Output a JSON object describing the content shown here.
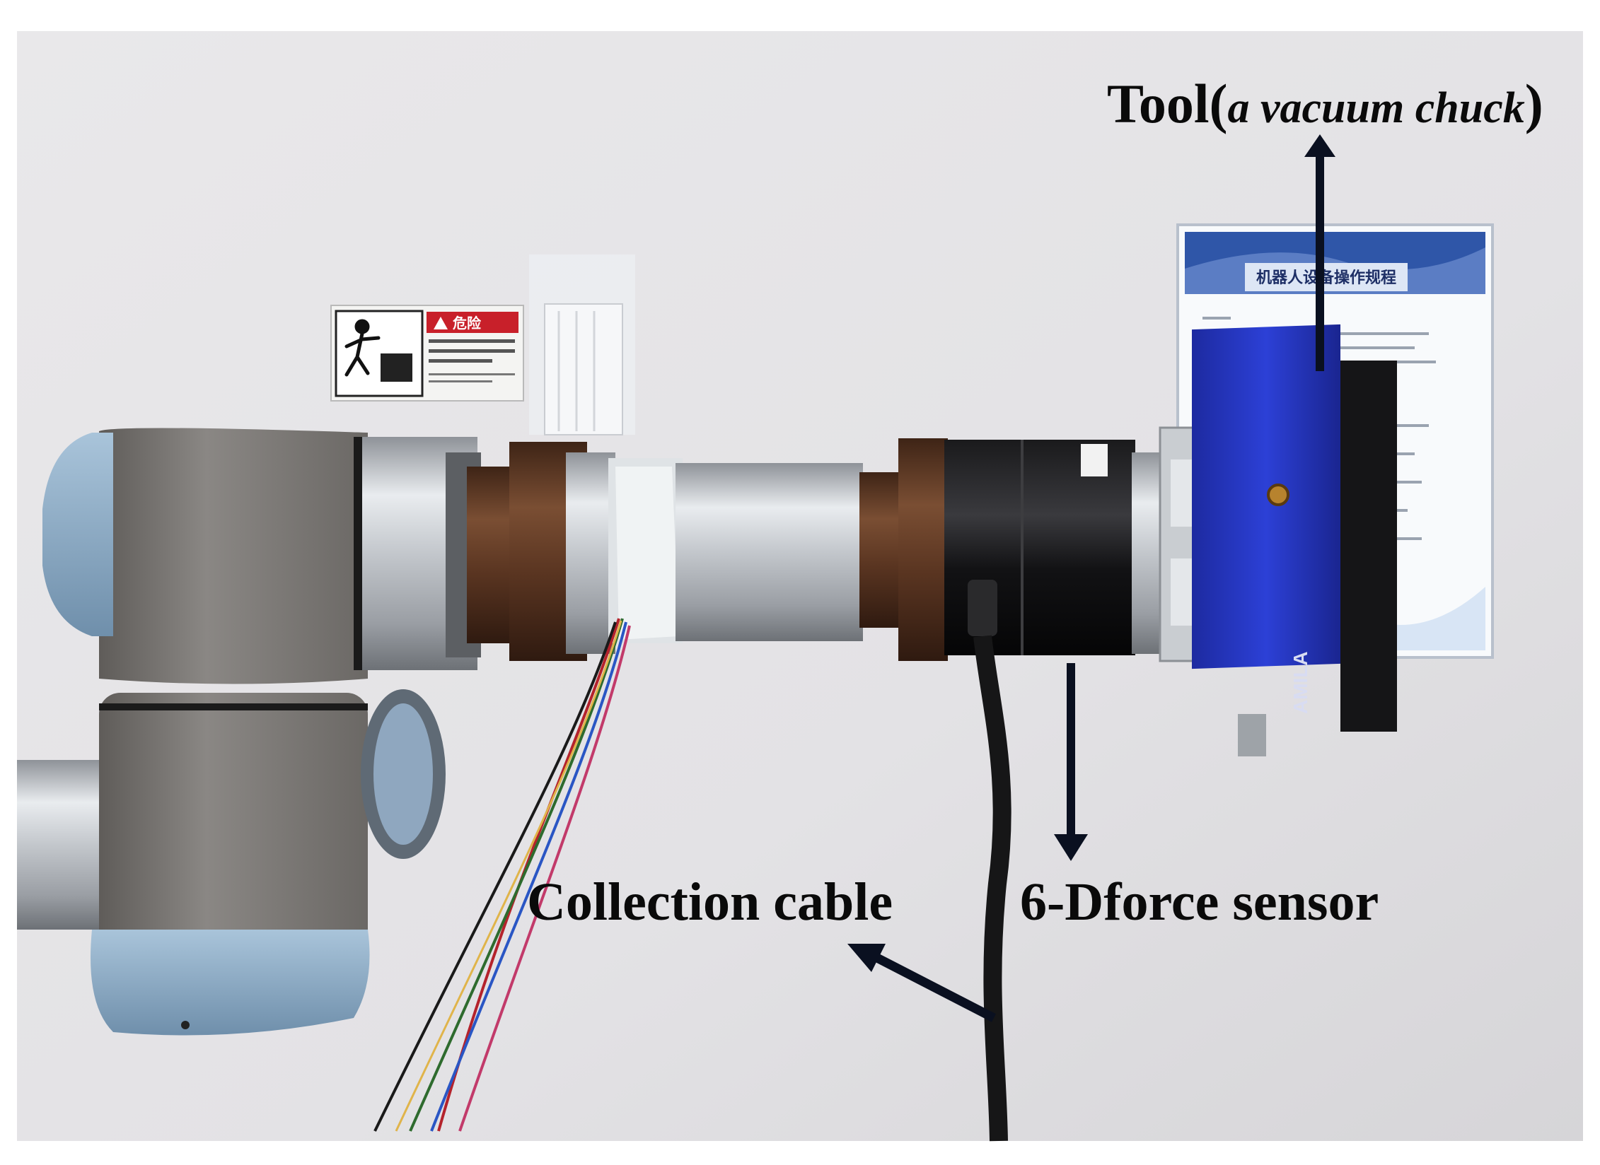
{
  "annotations": {
    "tool": {
      "prefix": "Tool(",
      "italic": "a vacuum chuck",
      "suffix": ")"
    },
    "collection_cable": "Collection cable",
    "force_sensor": "6-Dforce sensor"
  },
  "props": {
    "warning_sign_header": "危险",
    "wall_poster_title": "机器人设备操作规程",
    "tool_brand": "AMILA"
  },
  "colors": {
    "wall": "#e4e3e6",
    "robot_body": "#7b7875",
    "robot_cap": "#94b4cf",
    "tool_blue": "#2436c4",
    "arrow": "#0a1020",
    "warning_red": "#c8202a"
  },
  "icons": [
    "up-arrow-icon",
    "down-arrow-icon",
    "diagonal-arrow-icon",
    "warning-triangle-icon"
  ]
}
